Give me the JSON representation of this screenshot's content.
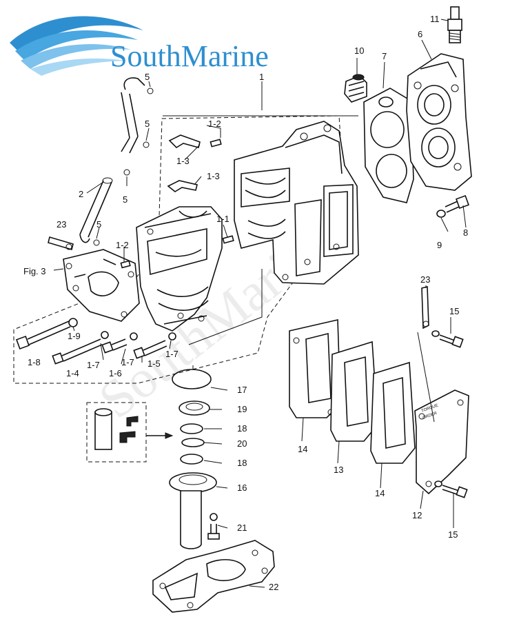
{
  "brand": {
    "name": "SouthMarine"
  },
  "watermark": "SouthMarine",
  "figure_ref": "Fig. 3",
  "plate_text": [
    "TORQUE",
    "ORDER"
  ],
  "callouts": {
    "c1": "1",
    "c1_1": "1-1",
    "c1_2a": "1-2",
    "c1_2b": "1-2",
    "c1_3a": "1-3",
    "c1_3b": "1-3",
    "c1_4": "1-4",
    "c1_5": "1-5",
    "c1_6": "1-6",
    "c1_7a": "1-7",
    "c1_7b": "1-7",
    "c1_7c": "1-7",
    "c1_8": "1-8",
    "c1_9": "1-9",
    "c2": "2",
    "c5a": "5",
    "c5b": "5",
    "c5c": "5",
    "c5d": "5",
    "c6": "6",
    "c7": "7",
    "c8": "8",
    "c9": "9",
    "c10": "10",
    "c11": "11",
    "c12": "12",
    "c13": "13",
    "c14a": "14",
    "c14b": "14",
    "c15a": "15",
    "c15b": "15",
    "c16": "16",
    "c17": "17",
    "c18a": "18",
    "c18b": "18",
    "c19": "19",
    "c20": "20",
    "c21": "21",
    "c22": "22",
    "c23a": "23",
    "c23b": "23"
  }
}
